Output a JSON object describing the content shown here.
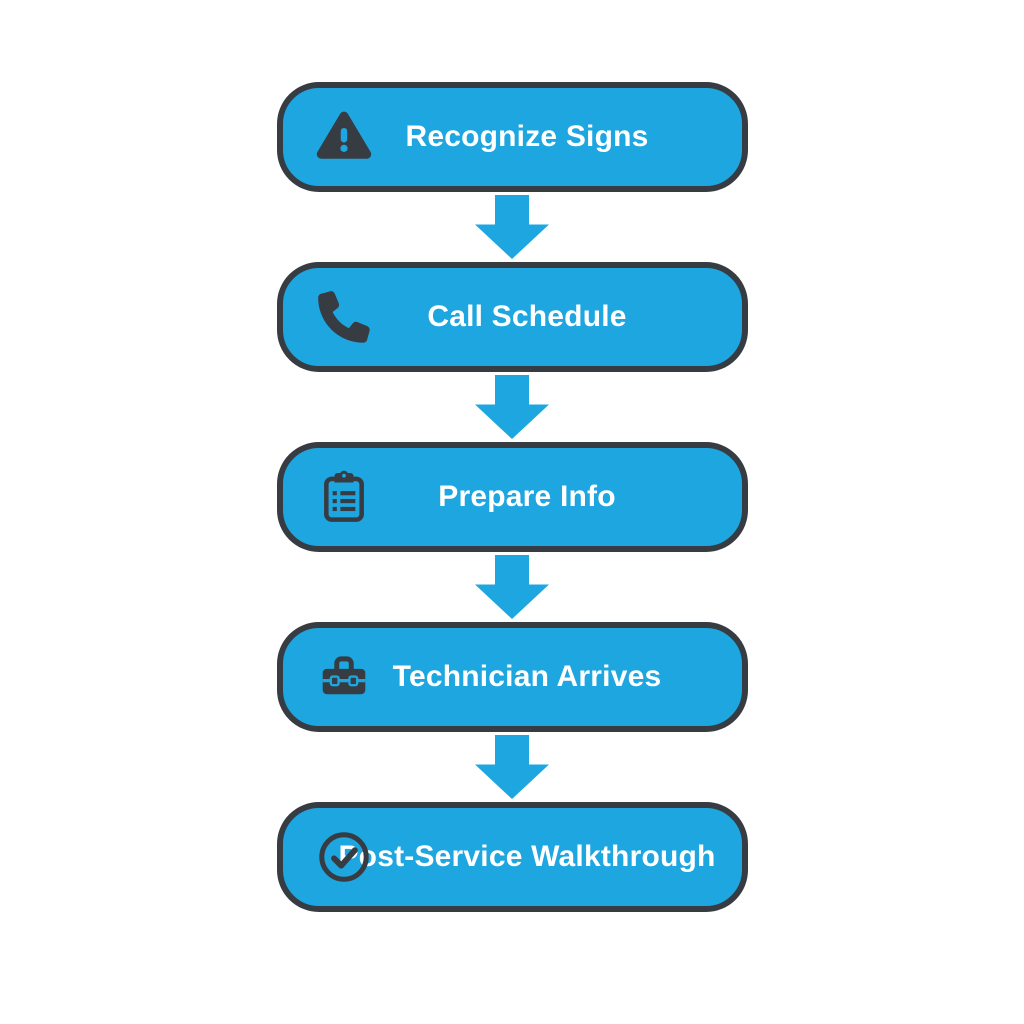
{
  "diagram": {
    "type": "flowchart",
    "direction": "top-down",
    "steps": [
      {
        "label": "Recognize Signs",
        "icon": "warning-icon"
      },
      {
        "label": "Call Schedule",
        "icon": "phone-icon"
      },
      {
        "label": "Prepare Info",
        "icon": "clipboard-icon"
      },
      {
        "label": "Technician Arrives",
        "icon": "toolbox-icon"
      },
      {
        "label": "Post-Service Walkthrough",
        "icon": "check-circle-icon"
      }
    ],
    "connector": "down-arrow",
    "colors": {
      "box_fill": "#1DA6E0",
      "box_border": "#373C42",
      "icon_dark": "#373C42",
      "label_text": "#FFFFFF",
      "arrow": "#1DA6E0",
      "background": "#FFFFFF"
    }
  }
}
